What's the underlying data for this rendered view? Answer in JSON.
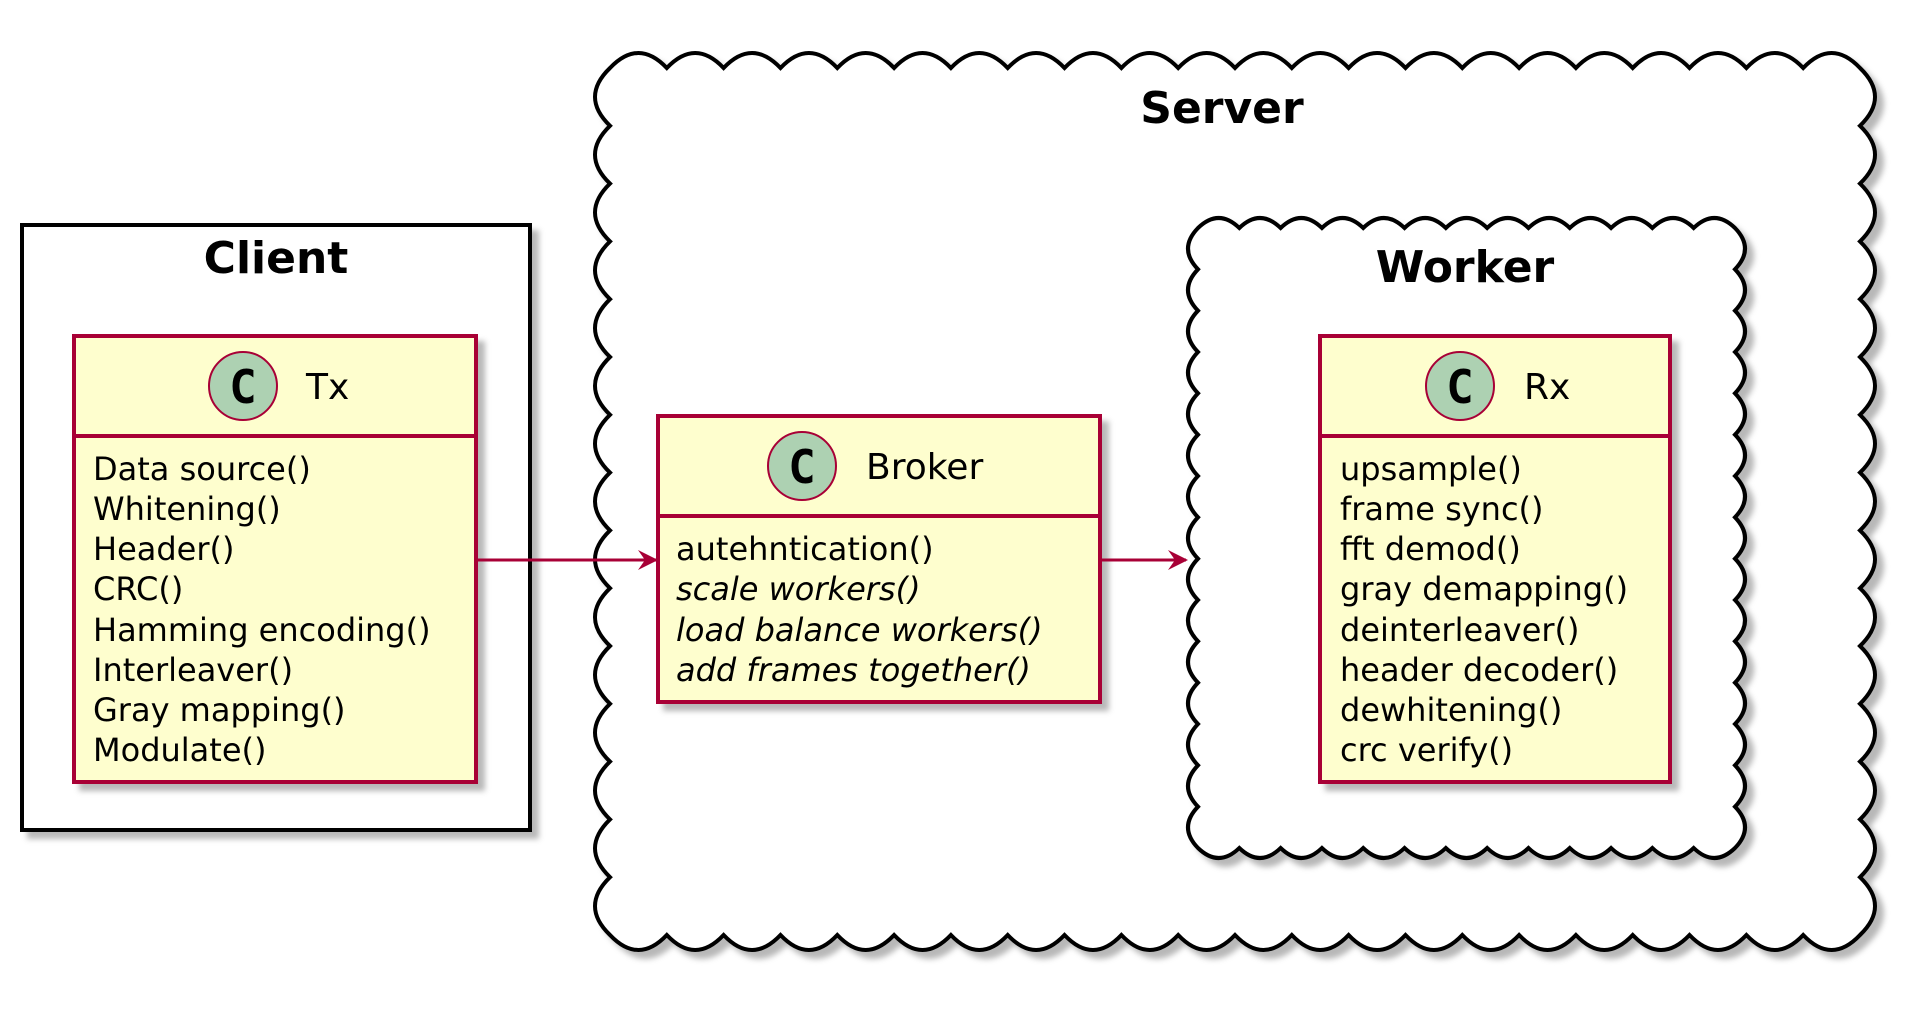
{
  "colors": {
    "class_fill": "#FEFECE",
    "class_border": "#A80036",
    "stereotype_circle": "#ADD1B2",
    "arrow": "#A80036",
    "frame": "#000000",
    "shadow": "#C8C8C8"
  },
  "client": {
    "title": "Client",
    "tx": {
      "stereotype": "C",
      "name": "Tx",
      "methods": [
        "Data source()",
        "Whitening()",
        "Header()",
        "CRC()",
        "Hamming encoding()",
        "Interleaver()",
        "Gray mapping()",
        "Modulate()"
      ]
    }
  },
  "server": {
    "title": "Server",
    "broker": {
      "stereotype": "C",
      "name": "Broker",
      "methods": [
        "autehntication()",
        "scale workers()",
        "load balance workers()",
        "add frames together()"
      ]
    },
    "worker": {
      "title": "Worker",
      "rx": {
        "stereotype": "C",
        "name": "Rx",
        "methods": [
          "upsample()",
          "frame sync()",
          "fft demod()",
          "gray demapping()",
          "deinterleaver()",
          "header decoder()",
          "dewhitening()",
          "crc verify()"
        ]
      }
    }
  }
}
